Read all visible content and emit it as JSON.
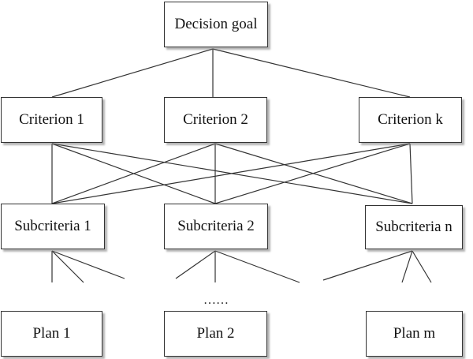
{
  "diagram": {
    "goal": "Decision goal",
    "criteria": [
      "Criterion 1",
      "Criterion 2",
      "Criterion k"
    ],
    "subcriteria": [
      "Subcriteria 1",
      "Subcriteria 2",
      "Subcriteria n"
    ],
    "plans": [
      "Plan 1",
      "Plan 2",
      "Plan m"
    ],
    "ellipsis": "……",
    "line_color": "#333333",
    "box_border_color": "#333333",
    "box_shadow_color": "#999999"
  }
}
